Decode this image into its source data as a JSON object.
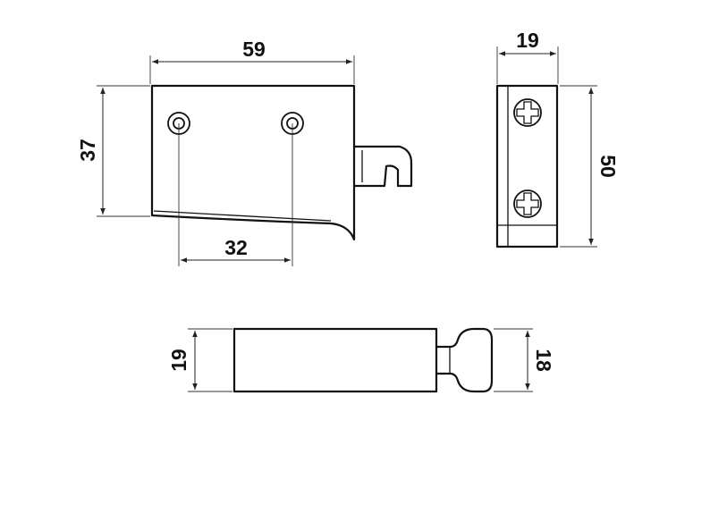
{
  "diagram": {
    "dimensions": {
      "top_width": "59",
      "left_height": "37",
      "hole_spacing": "32",
      "side_width": "19",
      "side_height": "50",
      "bottom_height": "19",
      "bottom_tab": "18"
    }
  }
}
